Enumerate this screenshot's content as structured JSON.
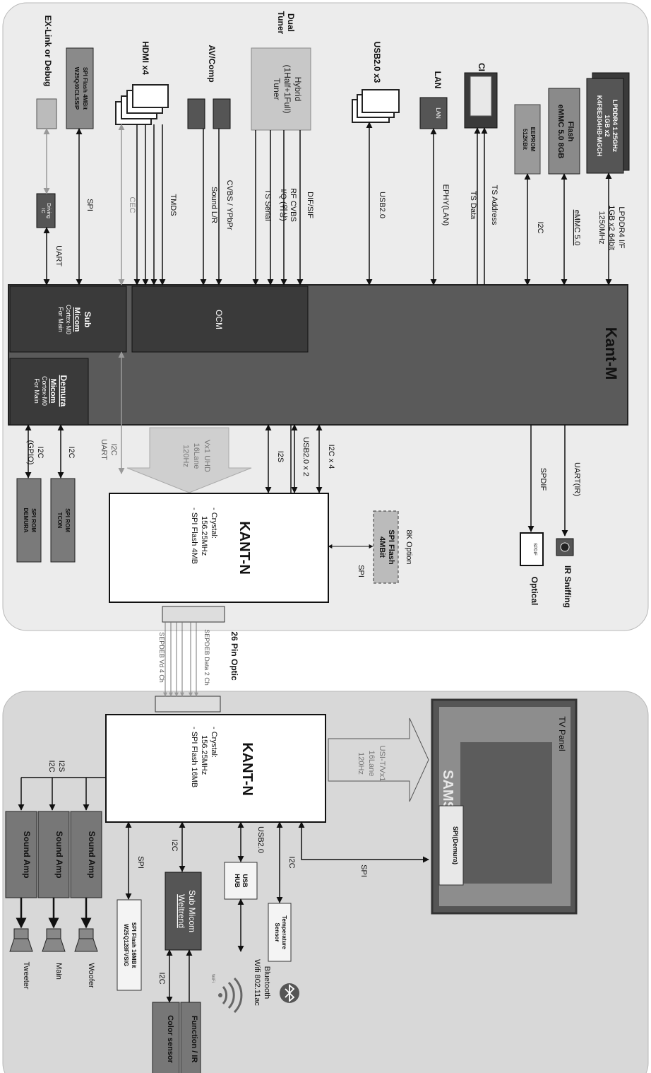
{
  "soc": {
    "main_chip": "Kant-M",
    "ocm": "OCM",
    "sub_micom": [
      "Sub",
      "Micom",
      "Cortex-M0",
      "For Main"
    ],
    "demura_micom": [
      "Demura",
      "Micom",
      "Cortex-M0",
      "For Main"
    ]
  },
  "top_components": {
    "lpddr4": [
      "LPDDR4 1.25GHz",
      "1GB x2",
      "K4F8E304HB-MGCH"
    ],
    "flash": [
      "Flash",
      "eMMC 5.0 8GB"
    ],
    "eeprom": [
      "EEPROM",
      "512KBit"
    ],
    "ci": "CI",
    "lan": "LAN",
    "lan_chip": "LAN",
    "usb": "USB2.0 x3",
    "dual_tuner": [
      "Dual",
      "Tuner"
    ],
    "hybrid_tuner": [
      "Hybrid",
      "(1Half+1Full)",
      "Tuner"
    ],
    "av_comp": "AV/Comp",
    "hdmi": "HDMI x4",
    "spi_flash_top": [
      "SPI Flash 4MBit",
      "W25Q40CLSSIP"
    ],
    "ex_link": "EX-Link or Debug",
    "driving_ic": [
      "Driving",
      "IC"
    ]
  },
  "signals": {
    "lpddr4_if": [
      "LPDDR4 I/F",
      "1GB x2 64bit",
      "1250MHz"
    ],
    "emmc": "eMMC 5.0",
    "i2c": "I2C",
    "ts_address": "TS Address",
    "ts_data": "TS Data",
    "ephy": "EPHY(LAN)",
    "usb2": "USB2.0",
    "dif_sif": "DIF/SIF",
    "rf_cvbs": "RF CVBS",
    "iq": "I/Q (위상)",
    "ts_serial": "TS Serial",
    "cvbs_ypbpr": "CVBS / YPbPr",
    "sound_lr": "Sound L/R",
    "tmds": "TMDS",
    "cec": "CEC",
    "spi": "SPI",
    "uart": "UART"
  },
  "middle": {
    "uart_ir": "UART(IR)",
    "spdif": "SPDIF",
    "ir_sniffing": "IR Sniffing",
    "optical": "Optical",
    "spdif_jack": "SPDIF",
    "i2c_x4": "I2C x 4",
    "usb2_x2": "USB2.0 x 2",
    "i2s": "I2S",
    "vx1": [
      "Vx1 UHD",
      "16Lane",
      "120Hz"
    ],
    "i2c_uart": [
      "I2C",
      "UART"
    ],
    "i2c": "I2C",
    "i2c_gpio": [
      "I2C",
      "(GPIO)"
    ],
    "spi_rom_tcon": [
      "SPI ROM",
      "TCON"
    ],
    "spi_rom_demura": [
      "SPI ROM",
      "DEMURA"
    ],
    "kant_n_top": "KANT-N",
    "kant_n_top_specs": [
      "- Crystal:",
      "156.25MHz",
      "- SPI Flash 4MB"
    ],
    "opt_8k": "8K Option",
    "spi_flash_opt": [
      "SPI Flash",
      "4MBit"
    ],
    "spi": "SPI",
    "optic_26pin": "26 Pin Optic",
    "sepdeb_vd": "SEPDEB Vd 4 Ch",
    "sepdeb_data": "SEPDEB Data 2 Ch"
  },
  "bottom": {
    "tv_panel": "TV Panel",
    "spi_demura": "SPI(Demura)",
    "panel_text": "SAMS",
    "usi": [
      "USI-T/Vx1",
      "16Lane",
      "120Hz"
    ],
    "kant_n_bottom": "KANT-N",
    "kant_n_bottom_specs": [
      "- Crystal:",
      "156.25MHz",
      "- SPI Flash 16MB"
    ],
    "spi_panel": "SPI",
    "i2c_temp": "I2C",
    "usb2": "USB2.0",
    "i2c_sub": "I2C",
    "spi_flash16": "SPI",
    "i2s": "I2S",
    "i2c": "I2C",
    "sound_amp": "Sound Amp",
    "speakers": [
      "Woofer",
      "Main",
      "Tweeter"
    ],
    "temp_sensor": [
      "Temperature",
      "Sensor"
    ],
    "usb_hub": [
      "USB",
      "HUB"
    ],
    "sub_micom": [
      "Sub Micom",
      "Weltrend"
    ],
    "spi_flash_bottom": [
      "SPI Flash 16MBit",
      "W25Q128FVSIG"
    ],
    "bluetooth": [
      "Bluetooth",
      "Wifi 802.11ac"
    ],
    "wifi_text": "WiFi",
    "function_ir": "Function / IR",
    "color_sensor": "Color sensor",
    "i2c_color": "I2C"
  }
}
